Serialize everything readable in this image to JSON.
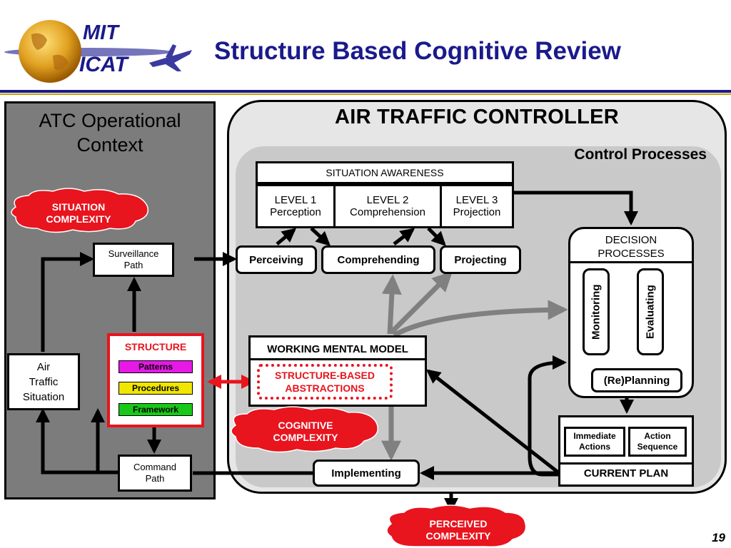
{
  "header": {
    "title": "Structure Based Cognitive Review",
    "logo_line1": "MIT",
    "logo_line2": "ICAT"
  },
  "context": {
    "title": "ATC Operational Context",
    "situation_complexity": "SITUATION COMPLEXITY",
    "surveillance_path": "Surveillance Path",
    "air_traffic_situation": "Air Traffic Situation",
    "command_path": "Command Path",
    "structure": {
      "label": "STRUCTURE",
      "items": [
        "Patterns",
        "Procedures",
        "Framework"
      ]
    }
  },
  "controller": {
    "title": "AIR TRAFFIC CONTROLLER",
    "control_processes": "Control Processes",
    "situation_awareness": "SITUATION AWARENESS",
    "levels": [
      "LEVEL 1 Perception",
      "LEVEL 2 Comprehension",
      "LEVEL 3 Projection"
    ],
    "processes": [
      "Perceiving",
      "Comprehending",
      "Projecting"
    ],
    "decision_processes": "DECISION PROCESSES",
    "monitoring": "Monitoring",
    "evaluating": "Evaluating",
    "replanning": "(Re)Planning",
    "working_mental_model": "WORKING MENTAL MODEL",
    "structure_based_abstractions": "STRUCTURE-BASED ABSTRACTIONS",
    "cognitive_complexity": "COGNITIVE COMPLEXITY",
    "implementing": "Implementing",
    "immediate_actions": "Immediate Actions",
    "action_sequence": "Action Sequence",
    "current_plan": "CURRENT PLAN"
  },
  "perceived_complexity": "PERCEIVED COMPLEXITY",
  "page_number": "19",
  "colors": {
    "title_blue": "#1a1a8c",
    "rule_gold": "#c8a200",
    "cloud_red": "#e8141e",
    "structure_red": "#e8141e",
    "patterns": "#e619e6",
    "procedures": "#f0e600",
    "framework": "#19c819",
    "context_gray": "#7c7c7c"
  }
}
